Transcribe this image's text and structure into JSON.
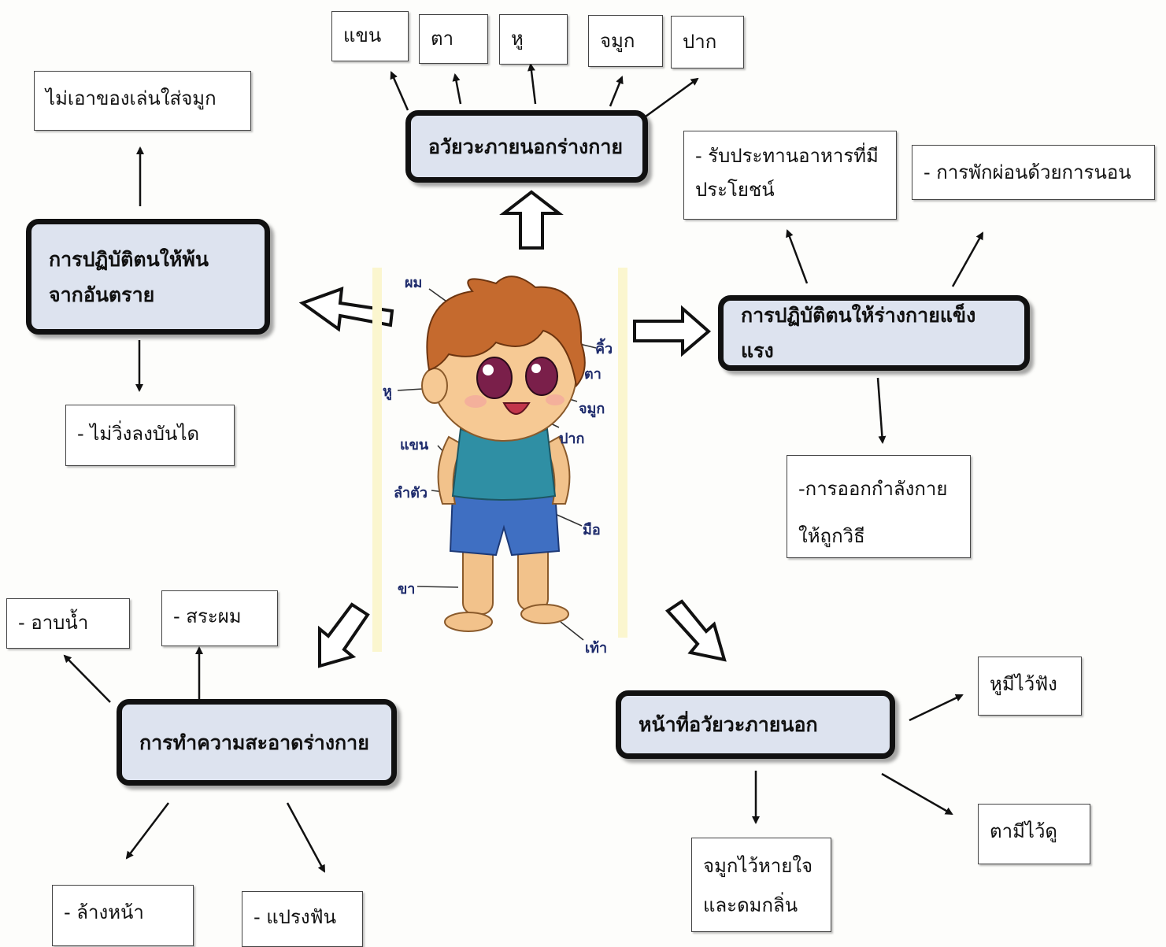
{
  "top": {
    "hub": "อวัยวะภายนอกร่างกาย",
    "items": [
      "แขน",
      "ตา",
      "หู",
      "จมูก",
      "ปาก"
    ]
  },
  "left": {
    "hub": "การปฏิบัติตนให้พ้นจากอันตราย",
    "up": "ไม่เอาของเล่นใส่จมูก",
    "down": "- ไม่วิ่งลงบันได"
  },
  "right": {
    "hub": "การปฏิบัติตนให้ร่างกายแข็งแรง",
    "food": [
      "- รับประทานอาหารที่มี",
      "ประโยชน์"
    ],
    "rest": "- การพักผ่อนด้วยการนอน",
    "exercise": [
      "-การออกกำลังกาย",
      "ให้ถูกวิธี"
    ]
  },
  "clean": {
    "hub": "การทำความสะอาดร่างกาย",
    "bath": "-  อาบน้ำ",
    "hair": "- สระผม",
    "face": "- ล้างหน้า",
    "teeth": "- แปรงฟัน"
  },
  "func": {
    "hub": "หน้าที่อวัยวะภายนอก",
    "ear": "หูมีไว้ฟัง",
    "eye": "ตามีไว้ดู",
    "nose": [
      "จมูกไว้หายใจ",
      "และดมกลิ่น"
    ]
  },
  "figure": {
    "labels": [
      "ผม",
      "คิ้ว",
      "ตา",
      "หู",
      "จมูก",
      "ปาก",
      "แขน",
      "ลำตัว",
      "มือ",
      "ขา",
      "เท้า"
    ]
  }
}
